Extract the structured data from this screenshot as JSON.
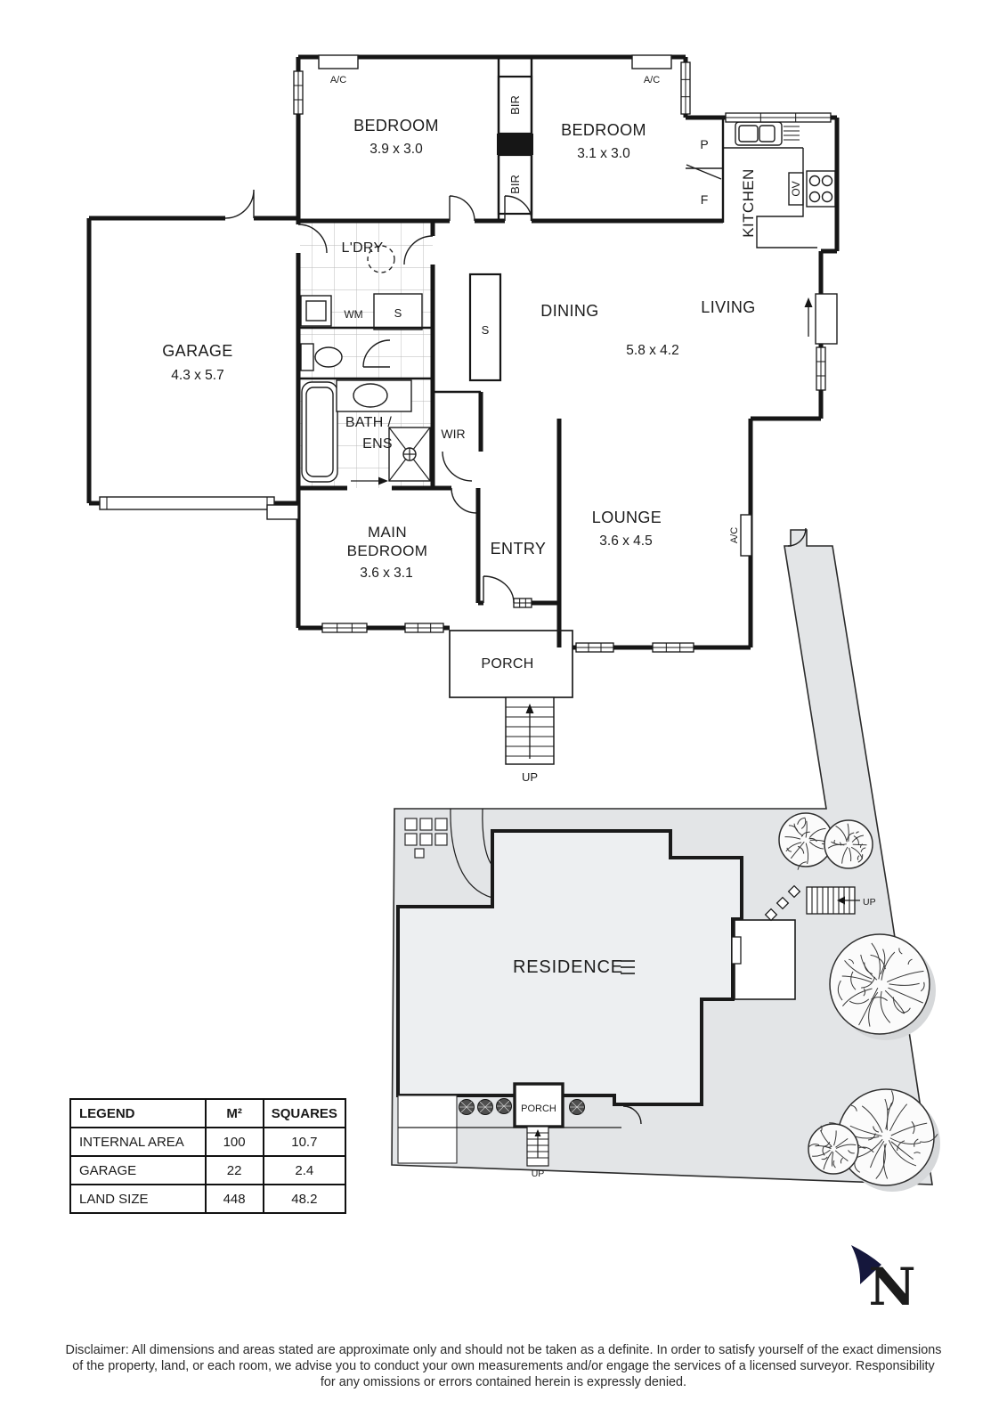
{
  "floorplan": {
    "bedroom1": {
      "name": "BEDROOM",
      "dims": "3.9 x 3.0"
    },
    "bedroom2": {
      "name": "BEDROOM",
      "dims": "3.1 x 3.0"
    },
    "garage": {
      "name": "GARAGE",
      "dims": "4.3 x 5.7"
    },
    "main_bedroom": {
      "line1": "MAIN",
      "line2": "BEDROOM",
      "dims": "3.6 x 3.1"
    },
    "lounge": {
      "name": "LOUNGE",
      "dims": "3.6 x 4.5"
    },
    "dining": "DINING",
    "living": "LIVING",
    "dining_living_dims": "5.8 x 4.2",
    "kitchen": "KITCHEN",
    "laundry": "L'DRY",
    "bath": {
      "line1": "BATH /",
      "line2": "ENS"
    },
    "wir": "WIR",
    "entry": "ENTRY",
    "porch": "PORCH",
    "up": "UP",
    "ac": "A/C",
    "bir": "BIR",
    "pantry": "P",
    "fridge": "F",
    "oven": "OV",
    "wm": "WM",
    "s": "S"
  },
  "siteplan": {
    "residence": "RESIDENCE",
    "porch": "PORCH",
    "up": "UP"
  },
  "legend": {
    "headers": [
      "LEGEND",
      "M²",
      "SQUARES"
    ],
    "rows": [
      {
        "label": "INTERNAL AREA",
        "m2": "100",
        "squares": "10.7"
      },
      {
        "label": "GARAGE",
        "m2": "22",
        "squares": "2.4"
      },
      {
        "label": "LAND SIZE",
        "m2": "448",
        "squares": "48.2"
      }
    ]
  },
  "compass": {
    "label": "N",
    "color": "#15173c"
  },
  "disclaimer": {
    "line1": "Disclaimer: All dimensions and areas stated are approximate only and should not be taken as a definite. In order to satisfy yourself of the exact dimensions",
    "line2": "of the property, land, or each room, we advise you to conduct your own measurements and/or engage the services of a licensed surveyor. Responsibility",
    "line3": "for any omissions or errors contained herein is expressly denied."
  }
}
